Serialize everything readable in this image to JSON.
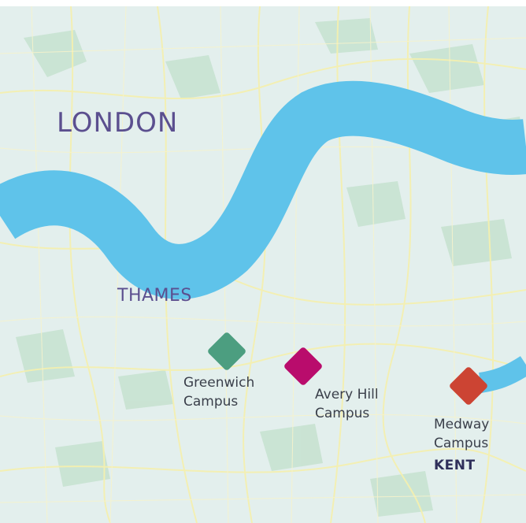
{
  "map": {
    "region_label": "LONDON",
    "river_label": "THAMES",
    "county_label": "KENT"
  },
  "campuses": [
    {
      "line1": "Greenwich",
      "line2": "Campus",
      "color": "#4c9e80"
    },
    {
      "line1": "Avery Hill",
      "line2": "Campus",
      "color": "#b90c6c"
    },
    {
      "line1": "Medway",
      "line2": "Campus",
      "color": "#cc4433"
    }
  ],
  "colors": {
    "land": "#e3efed",
    "river": "#5fc3ea",
    "label_text": "#5b4f8f",
    "campus_text": "#3a3f4a",
    "park": "#c6e2cf",
    "road": "#f4f0b0"
  }
}
